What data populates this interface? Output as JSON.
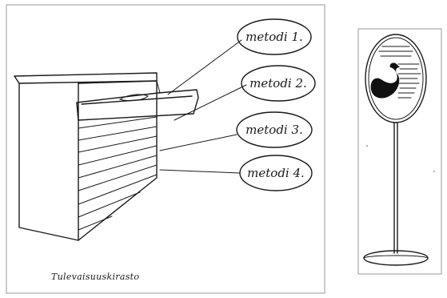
{
  "sketch_left": {
    "labels": [
      "metodi 1.",
      "metodi 2.",
      "metodi 3.",
      "metodi 4."
    ],
    "caption": "Tulevaisuuskirasto"
  },
  "sketch_right": {
    "sign_description_icon": "swan-icon"
  }
}
